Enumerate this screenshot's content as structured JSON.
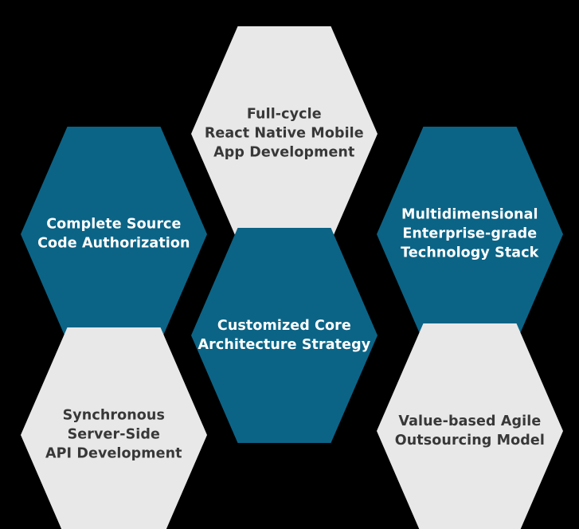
{
  "diagram": {
    "type": "honeycomb-hexagon-cluster",
    "colors": {
      "background": "#000000",
      "accent_teal": "#0B6486",
      "neutral_gray": "#E8E8E8",
      "text_on_teal": "#FFFFFF",
      "text_on_gray": "#383838"
    },
    "cells": [
      {
        "id": "top",
        "fill": "teal-no",
        "style": "gray",
        "lines": [
          "Full-cycle",
          "React Native Mobile",
          "App Development"
        ]
      },
      {
        "id": "left",
        "style": "teal",
        "lines": [
          "Complete Source",
          "Code Authorization"
        ]
      },
      {
        "id": "right",
        "style": "teal",
        "lines": [
          "Multidimensional",
          "Enterprise-grade",
          "Technology Stack"
        ]
      },
      {
        "id": "center",
        "style": "teal",
        "lines": [
          "Customized Core",
          "Architecture Strategy"
        ]
      },
      {
        "id": "bottom-left",
        "style": "gray",
        "lines": [
          "Synchronous",
          "Server-Side",
          "API Development"
        ]
      },
      {
        "id": "bottom-right",
        "style": "gray",
        "lines": [
          "Value-based Agile",
          "Outsourcing Model"
        ]
      }
    ]
  }
}
